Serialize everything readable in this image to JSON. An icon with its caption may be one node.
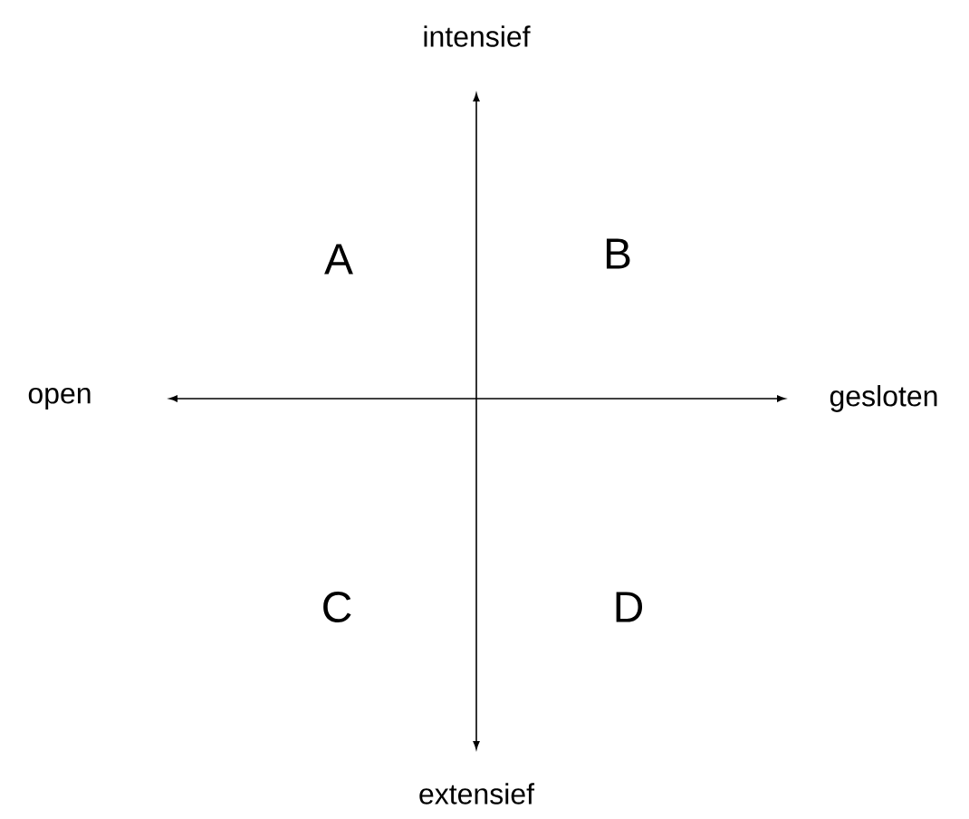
{
  "diagram": {
    "labels": [
      "intensief",
      "A",
      "B",
      "open",
      "gesloten",
      "C",
      "D",
      "extensief"
    ]
  }
}
